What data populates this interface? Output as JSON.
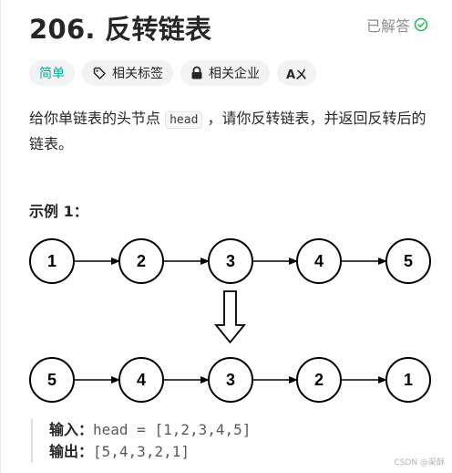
{
  "problem": {
    "title": "206. 反转链表",
    "status": "已解答"
  },
  "tags": [
    {
      "label": "简单"
    },
    {
      "label": "相关标签"
    },
    {
      "label": "相关企业"
    },
    {
      "label": "Aㄨ"
    }
  ],
  "description": {
    "before": "给你单链表的头节点 ",
    "code": "head",
    "after": " ，请你反转链表，并返回反转后的链表。"
  },
  "example": {
    "title": "示例 1：",
    "input_nodes": [
      "1",
      "2",
      "3",
      "4",
      "5"
    ],
    "output_nodes": [
      "5",
      "4",
      "3",
      "2",
      "1"
    ],
    "input_label": "输入：",
    "input_value": "head = [1,2,3,4,5]",
    "output_label": "输出：",
    "output_value": "[5,4,3,2,1]"
  },
  "watermark": "CSDN @渠酥",
  "colors": {
    "easy": "#00af9b",
    "solved_check": "#2cbb5d",
    "tag_bg": "#f2f3f4"
  }
}
